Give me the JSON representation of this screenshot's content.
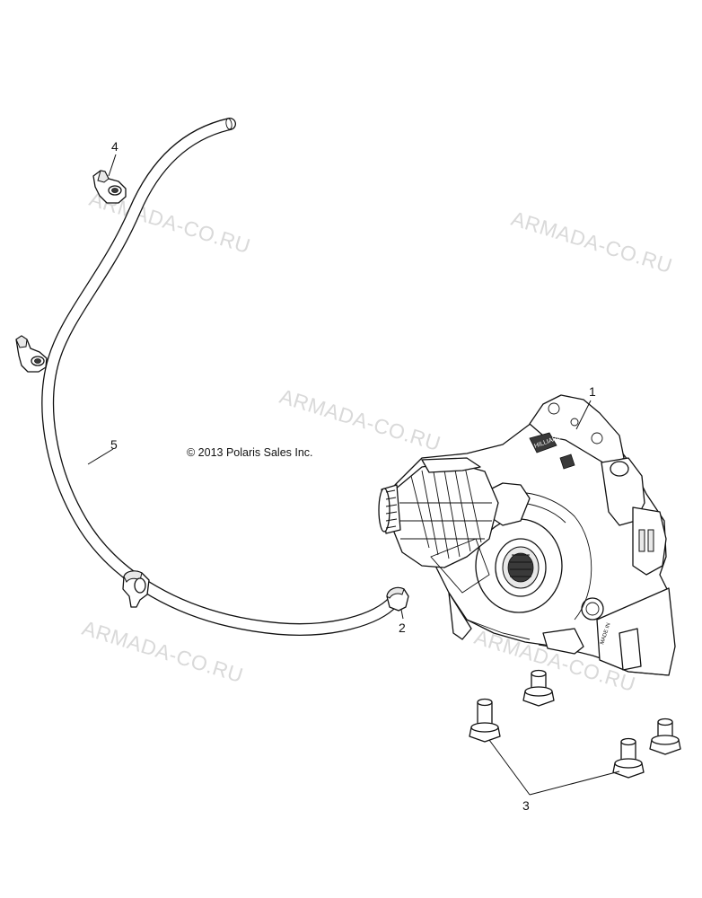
{
  "copyright": "© 2013 Polaris Sales Inc.",
  "watermark": "ARMADA-CO.RU",
  "callouts": {
    "gearcase": "1",
    "clamp": "2",
    "bolts": "3",
    "fitting": "4",
    "vent_hose": "5"
  }
}
